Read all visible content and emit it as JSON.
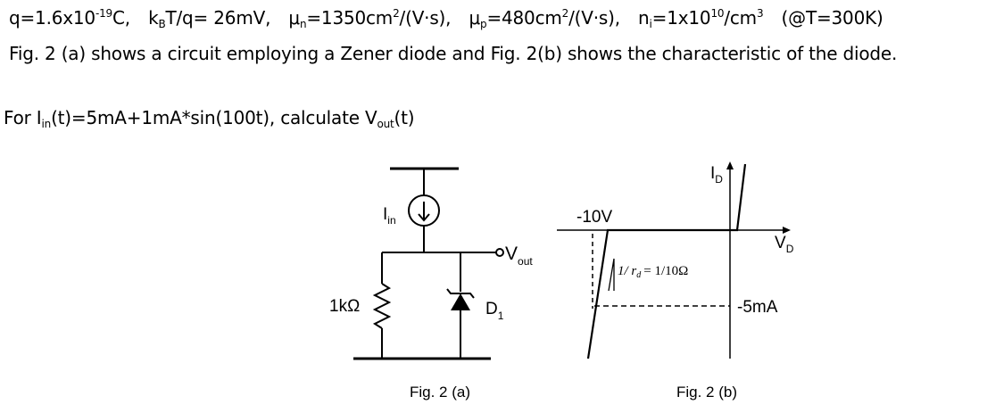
{
  "constants": {
    "q_label": "q=1.6x10",
    "q_exp": "-19",
    "q_unit": "C,",
    "kT_k": "k",
    "kT_B": "B",
    "kT_rest": "T/q= 26mV,",
    "mun_mu": "μ",
    "mun_n": "n",
    "mun_rest": "=1350cm",
    "mun_sq": "2",
    "mun_unit": "/(V·s),",
    "mup_mu": "μ",
    "mup_p": "p",
    "mup_rest": "=480cm",
    "mup_sq": "2",
    "mup_unit": "/(V·s),",
    "ni_n": "n",
    "ni_i": "i",
    "ni_rest": "=1x10",
    "ni_exp": "10",
    "ni_unit": "/cm",
    "ni_cube": "3",
    "temp": "(@T=300K)"
  },
  "description": "Fig. 2 (a) shows a circuit employing a Zener diode and Fig. 2(b) shows the characteristic of the diode.",
  "question": {
    "prefix": "For I",
    "in_sub": "in",
    "expr": "(t)=5mA+1mA*sin(100t), calculate V",
    "out_sub": "out",
    "suffix": "(t)"
  },
  "fig_a": {
    "source_label": "I",
    "source_sub": "in",
    "vout_label": "V",
    "vout_sub": "out",
    "resistor_label": "1kΩ",
    "diode_label": "D",
    "diode_sub": "1",
    "caption": "Fig. 2 (a)"
  },
  "fig_b": {
    "id_label": "I",
    "id_sub": "D",
    "vd_label": "V",
    "vd_sub": "D",
    "breakdown_voltage": "-10V",
    "current_marker": "-5mA",
    "slope_label_a": "1/ r",
    "slope_label_d": "d",
    "slope_label_b": "= 1/10Ω",
    "caption": "Fig. 2 (b)"
  }
}
